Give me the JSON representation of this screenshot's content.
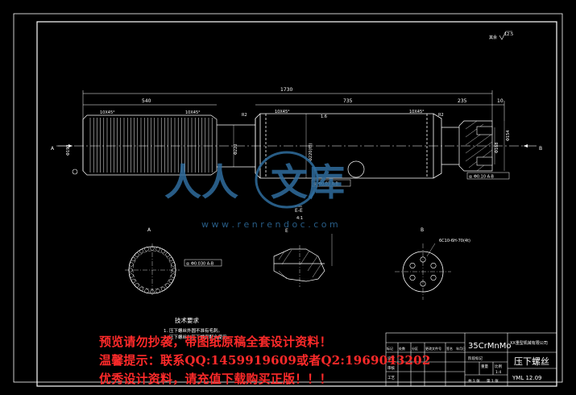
{
  "drawing": {
    "roughness_note": "其余",
    "roughness_value": "12.5",
    "dims": {
      "overall_length": "1730",
      "spline_length": "540",
      "mid_length": "735",
      "right_length": "235",
      "right_small": "10",
      "spline_left_chamfer": "10X45°",
      "spline_right_chamfer": "10X45°",
      "mid_left_chamfer": "10X45°",
      "mid_right_chamfer": "10X45°",
      "mid_r_left": "R2",
      "mid_r_right": "R2",
      "mid_finish": "1.6",
      "left_dia": "Φ190",
      "mid_dia": "Φ220",
      "main_dia": "Φ220(f8)",
      "right_dia_a": "Φ168",
      "right_dia_b": "Φ154",
      "tol_mid": "◎ Φ0.03 A-B",
      "tol_right": "◎ Φ0.10 A-B",
      "section_label": "E-E",
      "section_scale": "4:1",
      "view_a_tol": "◎ Φ0.030 A-B",
      "view_b_note": "6C10-6H-70(4t)"
    },
    "view_labels": {
      "a_left": "A",
      "b_right": "B",
      "view_a": "A",
      "view_b": "B",
      "section_e": "E"
    }
  },
  "notes": {
    "title": "技术要求",
    "line1": "1. 压下螺丝外圆不准有毛刺。",
    "line2": "2. 压下螺丝与压下螺母配合使用。"
  },
  "title_block": {
    "material": "35CrMnMo",
    "company": "XX重型机械有限公司",
    "part_name": "压下螺丝",
    "drawing_no": "YML 12.09",
    "row_headers": [
      "标记",
      "处数",
      "分区",
      "更改文件号",
      "签名",
      "年月日"
    ],
    "row_design": "设计",
    "row_check": "审核",
    "row_process": "工艺",
    "stage_label": "阶段标记",
    "weight_label": "重量",
    "scale_label": "比例",
    "scale_value": "1:4",
    "sheet_label": "共 1 张",
    "sheet_label2": "第 1 张"
  },
  "watermark": {
    "line1": "预览请勿抄袭，带图纸原稿全套设计资料！",
    "line2": "温馨提示：联系QQ:1459919609或者Q2:1969043202",
    "line3": "优秀设计资料，请充值下载购买正版！！！",
    "logo_text_1": "人人",
    "logo_text_2": "文库",
    "logo_url": "w w w . r e n r e n d o c . c o m"
  }
}
